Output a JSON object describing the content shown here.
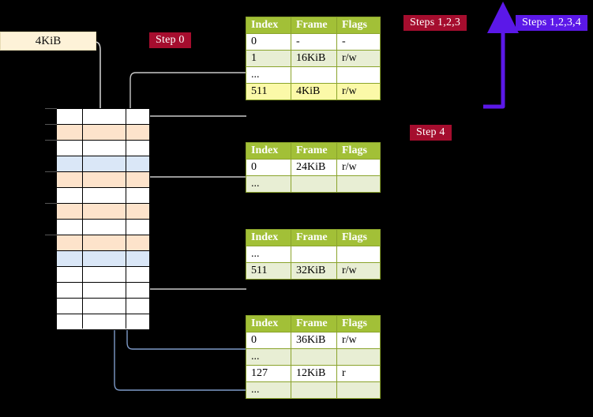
{
  "labels": {
    "size_box": "4KiB",
    "step0": "Step 0",
    "steps123": "Steps 1,2,3",
    "steps1234": "Steps 1,2,3,4",
    "step4": "Step 4"
  },
  "colors": {
    "badge_red": "#a50d2e",
    "badge_blue": "#5b18e8",
    "table_header_green": "#a2c037",
    "table_border_green": "#8aa32b",
    "table_alt_row": "#e8eed4",
    "highlight_yellow": "#fbf9a8",
    "mem_orange": "#fde3cb",
    "mem_blue": "#dae7f7",
    "sizebox_bg": "#fdf2d8",
    "link_gray": "#c9c9c9",
    "link_blue": "#7e9ac8",
    "arrow_purple": "#5b18e8"
  },
  "table_headers": [
    "Index",
    "Frame",
    "Flags"
  ],
  "tables": [
    {
      "name": "pml4-table",
      "rows": [
        {
          "index": "0",
          "frame": "-",
          "flags": "-",
          "style": "plain",
          "highlight": false
        },
        {
          "index": "1",
          "frame": "16KiB",
          "flags": "r/w",
          "style": "alt",
          "highlight": false
        },
        {
          "index": "...",
          "frame": "",
          "flags": "",
          "style": "plain",
          "highlight": false
        },
        {
          "index": "511",
          "frame": "4KiB",
          "flags": "r/w",
          "style": "alt",
          "highlight": true
        }
      ]
    },
    {
      "name": "pdpt-table",
      "rows": [
        {
          "index": "0",
          "frame": "24KiB",
          "flags": "r/w",
          "style": "plain",
          "highlight": false
        },
        {
          "index": "...",
          "frame": "",
          "flags": "",
          "style": "alt",
          "highlight": false
        }
      ]
    },
    {
      "name": "pd-table",
      "rows": [
        {
          "index": "...",
          "frame": "",
          "flags": "",
          "style": "plain",
          "highlight": false
        },
        {
          "index": "511",
          "frame": "32KiB",
          "flags": "r/w",
          "style": "alt",
          "highlight": false
        }
      ]
    },
    {
      "name": "pt-table",
      "rows": [
        {
          "index": "0",
          "frame": "36KiB",
          "flags": "r/w",
          "style": "plain",
          "highlight": false
        },
        {
          "index": "...",
          "frame": "",
          "flags": "",
          "style": "alt",
          "highlight": false
        },
        {
          "index": "127",
          "frame": "12KiB",
          "flags": "r",
          "style": "plain",
          "highlight": false
        },
        {
          "index": "...",
          "frame": "",
          "flags": "",
          "style": "alt",
          "highlight": false
        }
      ]
    }
  ],
  "memory_column": {
    "rows": [
      {
        "fill": "white"
      },
      {
        "fill": "orange"
      },
      {
        "fill": "white"
      },
      {
        "fill": "blue"
      },
      {
        "fill": "orange"
      },
      {
        "fill": "white"
      },
      {
        "fill": "orange"
      },
      {
        "fill": "white"
      },
      {
        "fill": "orange"
      },
      {
        "fill": "blue"
      },
      {
        "fill": "white"
      },
      {
        "fill": "white"
      },
      {
        "fill": "white"
      },
      {
        "fill": "white"
      }
    ]
  }
}
